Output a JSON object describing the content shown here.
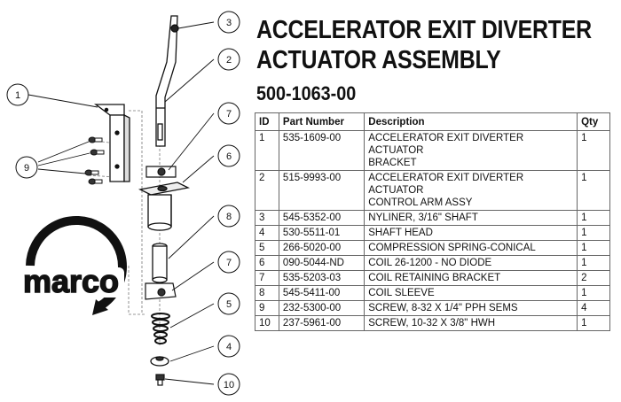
{
  "title": {
    "line1": "ACCELERATOR EXIT DIVERTER",
    "line2": "ACTUATOR ASSEMBLY"
  },
  "assembly_number": "500-1063-00",
  "logo": {
    "text": "marco"
  },
  "callouts": [
    "1",
    "2",
    "3",
    "4",
    "5",
    "6",
    "7",
    "7",
    "8",
    "9",
    "10"
  ],
  "table": {
    "headers": [
      "ID",
      "Part Number",
      "Description",
      "Qty"
    ],
    "rows": [
      {
        "id": "1",
        "part": "535-1609-00",
        "desc_lines": [
          "ACCELERATOR EXIT DIVERTER ACTUATOR",
          "BRACKET"
        ],
        "qty": "1"
      },
      {
        "id": "2",
        "part": "515-9993-00",
        "desc_lines": [
          "ACCELERATOR EXIT DIVERTER ACTUATOR",
          "CONTROL ARM ASSY"
        ],
        "qty": "1"
      },
      {
        "id": "3",
        "part": "545-5352-00",
        "desc_lines": [
          "NYLINER, 3/16\" SHAFT"
        ],
        "qty": "1"
      },
      {
        "id": "4",
        "part": "530-5511-01",
        "desc_lines": [
          "SHAFT HEAD"
        ],
        "qty": "1"
      },
      {
        "id": "5",
        "part": "266-5020-00",
        "desc_lines": [
          "COMPRESSION SPRING-CONICAL"
        ],
        "qty": "1"
      },
      {
        "id": "6",
        "part": "090-5044-ND",
        "desc_lines": [
          "COIL 26-1200 - NO DIODE"
        ],
        "qty": "1"
      },
      {
        "id": "7",
        "part": "535-5203-03",
        "desc_lines": [
          "COIL RETAINING BRACKET"
        ],
        "qty": "2"
      },
      {
        "id": "8",
        "part": "545-5411-00",
        "desc_lines": [
          "COIL SLEEVE"
        ],
        "qty": "1"
      },
      {
        "id": "9",
        "part": "232-5300-00",
        "desc_lines": [
          "SCREW, 8-32 X 1/4\" PPH SEMS"
        ],
        "qty": "4"
      },
      {
        "id": "10",
        "part": "237-5961-00",
        "desc_lines": [
          "SCREW, 10-32 X 3/8\" HWH"
        ],
        "qty": "1"
      }
    ]
  }
}
